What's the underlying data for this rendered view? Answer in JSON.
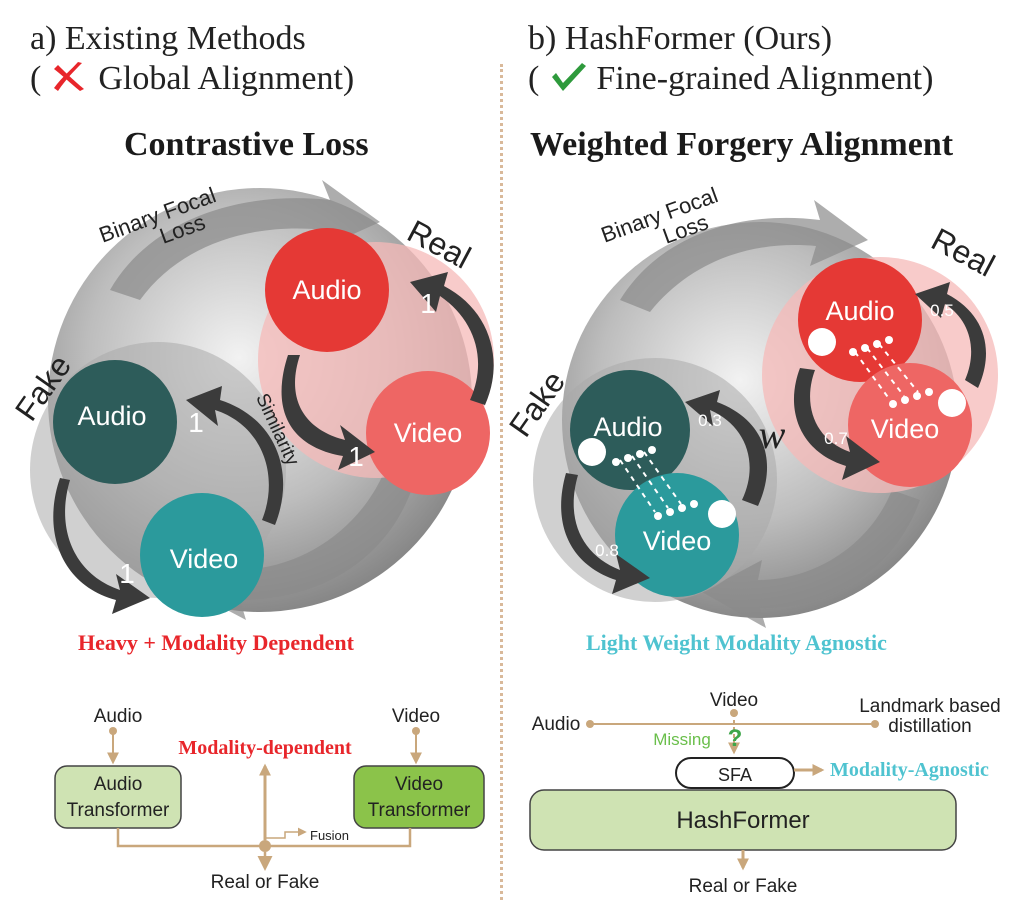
{
  "left": {
    "header_line1": "a) Existing Methods",
    "header_line2_open": "(",
    "header_line2_text": "Global Alignment)",
    "title": "Contrastive Loss",
    "focal_line1": "Binary Focal",
    "focal_line2": "Loss",
    "real": "Real",
    "fake": "Fake",
    "similarity": "Similarity",
    "audio_real": "Audio",
    "video_real": "Video",
    "audio_fake": "Audio",
    "video_fake": "Video",
    "w_real_top": "1",
    "w_real_bottom": "1",
    "w_fake_top": "1",
    "w_fake_bottom": "1",
    "caption": "Heavy + Modality Dependent",
    "arch": {
      "audio": "Audio",
      "video": "Video",
      "audio_tf_1": "Audio",
      "audio_tf_2": "Transformer",
      "video_tf_1": "Video",
      "video_tf_2": "Transformer",
      "dependent": "Modality-dependent",
      "fusion": "Fusion",
      "output": "Real or Fake"
    }
  },
  "right": {
    "header_line1": "b) HashFormer (Ours)",
    "header_line2_open": "(",
    "header_line2_text": "Fine-grained Alignment)",
    "title": "Weighted Forgery Alignment",
    "focal_line1": "Binary Focal",
    "focal_line2": "Loss",
    "real": "Real",
    "fake": "Fake",
    "w_symbol": "w",
    "audio_real": "Audio",
    "video_real": "Video",
    "audio_fake": "Audio",
    "video_fake": "Video",
    "w_real_top": "0.5",
    "w_real_bottom": "0.7",
    "w_fake_top": "0.3",
    "w_fake_bottom": "0.8",
    "caption": "Light Weight Modality Agnostic",
    "arch": {
      "audio": "Audio",
      "video": "Video",
      "landmark_1": "Landmark based",
      "landmark_2": "distillation",
      "missing": "Missing",
      "question": "?",
      "sfa": "SFA",
      "agnostic": "Modality-Agnostic",
      "hashformer": "HashFormer",
      "output": "Real or Fake"
    }
  },
  "colors": {
    "red_label": "#e8262b",
    "cyan_label": "#4fc3d0",
    "dark_teal": "#2d5c5a",
    "teal": "#2b9a9c",
    "red": "#e53935",
    "salmon": "#ee6664",
    "green_box": "#cfe3b3",
    "green_box_dark": "#8bc34a",
    "tan": "#c9a77c"
  }
}
